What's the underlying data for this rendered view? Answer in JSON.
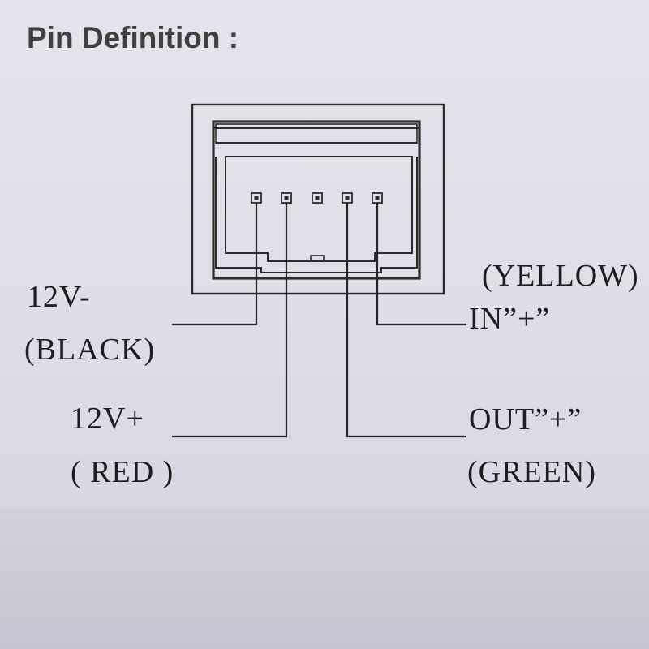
{
  "title": "Pin Definition :",
  "pins": [
    {
      "line1": "12V-",
      "line2": "(BLACK)"
    },
    {
      "line1": "12V+",
      "line2": "( RED )"
    },
    {
      "line1": "OUT”+”",
      "line2": "(GREEN)"
    },
    {
      "line1": "IN”+”",
      "line2": "(YELLOW)"
    }
  ]
}
